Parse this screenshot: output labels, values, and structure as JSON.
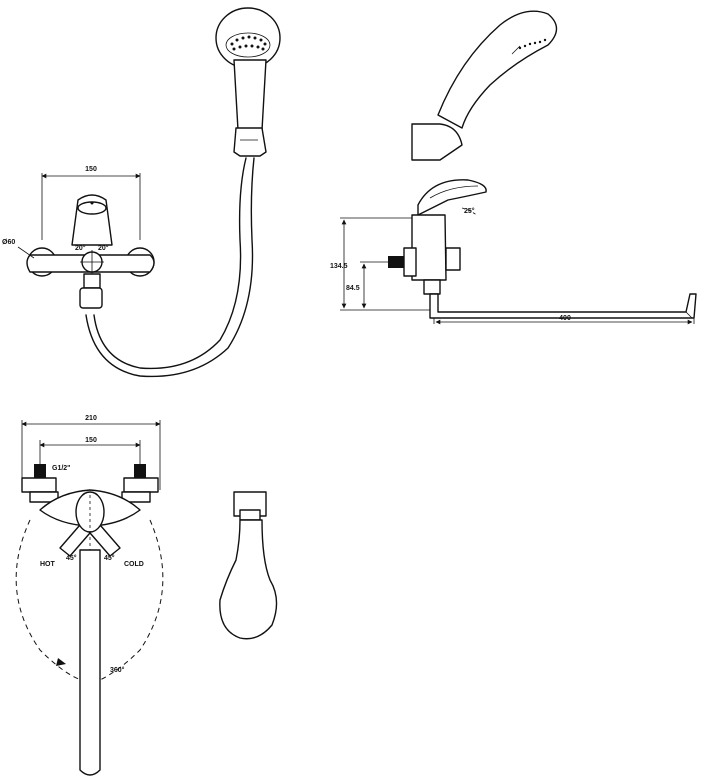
{
  "front_view": {
    "width_dim": "150",
    "diameter_dim": "Ø60",
    "angle_left": "20°",
    "angle_right": "20°"
  },
  "side_view": {
    "height_dim": "134.5",
    "lower_dim": "84.5",
    "spout_length_dim": "400",
    "handle_angle": "25°"
  },
  "top_view": {
    "overall_width_dim": "210",
    "center_dim": "150",
    "thread_label": "G1/2\"",
    "hot_label": "HOT",
    "cold_label": "COLD",
    "hot_angle": "45°",
    "cold_angle": "45°",
    "rotation_label": "360°"
  }
}
